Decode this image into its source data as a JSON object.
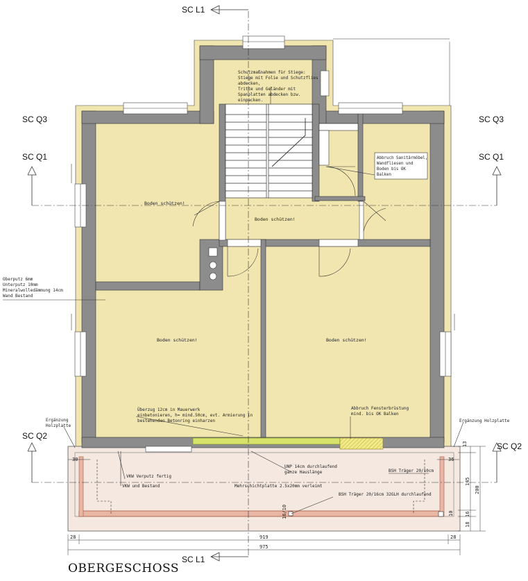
{
  "title": "OBERGESCHOSS",
  "sections": {
    "l1_top": "SC L1",
    "l1_bottom": "SC L1",
    "q3_left": "SC Q3",
    "q3_right": "SC Q3",
    "q1_left": "SC Q1",
    "q1_right": "SC Q1",
    "q2_left": "SC Q2",
    "q2_right": "SC Q2"
  },
  "rooms": {
    "nw": "Boden schützen!",
    "hall": "Boden schützen!",
    "sw": "Boden schützen!",
    "se": "Boden schützen!"
  },
  "notes": {
    "stair_protection": [
      "Schutzmaßnahmen für Stiege:",
      "Stiege mit Folie und Schutzflies",
      "abdecken,",
      "Tritte und Geländer mit",
      "Spanplatten abdecken bzw.",
      "einpacken."
    ],
    "sanitary_demolition": [
      "Abbruch Sanitärmöbel,",
      "Wandfliesen und",
      "Boden bis OK",
      "Balken"
    ],
    "wall_layers": [
      "Oberputz 6mm",
      "Unterputz 10mm",
      "Mineralwolledämmung 14cm",
      "Wand Bestand"
    ],
    "lintel": [
      "Überzug 12cm in Mauerwerk",
      "einbetonieren, h= mind.50cm, evt. Armierung in",
      "bestehenden Betonring einharzen"
    ],
    "window_demolition": [
      "Abbruch Fensterbrüstung",
      "mind. bis OK Balken"
    ],
    "wood_left": [
      "Ergänzung",
      "Holzplatte"
    ],
    "wood_right": "Ergänzung Holzplatte",
    "unp": [
      "UNP 14cm durchlaufend",
      "ganze Hauslänge"
    ],
    "bsh_beam": "BSH Träger 20/10cm",
    "vkw_plaster": "VKW Verputz fertig",
    "vkw_existing": "VKW und Bestand",
    "multiplex": "Mehrschichtplatte 2.5x20mm verleimt",
    "bsh_main": "BSH Träger 20/16cm 32GLH durchlaufend"
  },
  "dimensions": {
    "left_small": "28",
    "middle": "919",
    "right_small": "28",
    "total": "975",
    "left_30": "30",
    "right_36": "36",
    "v_13": "13",
    "v_145": "145",
    "v_200": "200",
    "v_16": "16",
    "v_18": "18",
    "v_10": "10",
    "beam_label": "16/10"
  },
  "colors": {
    "wall": "#8c8c8c",
    "insulation": "#f2e6b0",
    "balcony": "#f4e8e1",
    "beam": "#e8b6a4",
    "lintel": "#d6e26a",
    "hatch": "#e8e070"
  }
}
